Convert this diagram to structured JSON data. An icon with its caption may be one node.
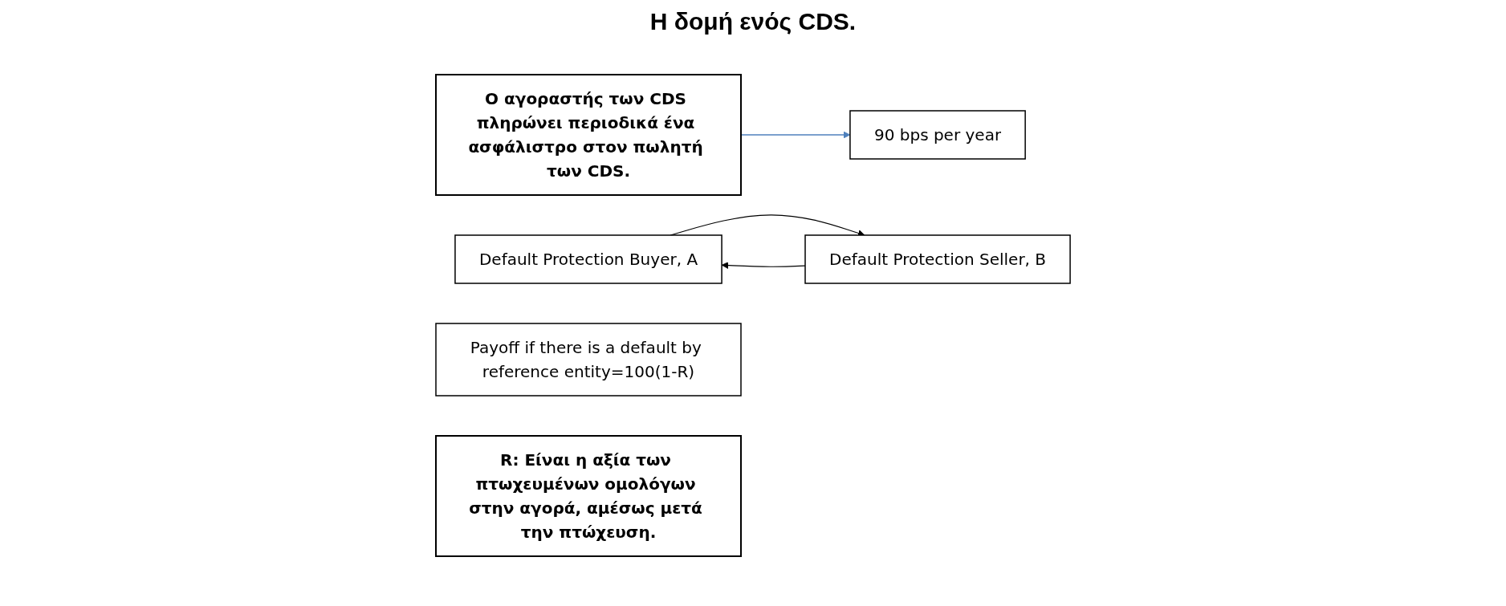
{
  "diagram": {
    "title": "Η δομή ενός CDS.",
    "nodes": [
      {
        "text": [
          "Ο αγοραστής των CDS πληρώνει περιοδικά ένα ασφάλιστρο στον πωλητή των CDS."
        ]
      },
      {
        "text": [
          "90 bps per year"
        ]
      },
      {
        "text": [
          "Default Protection Buyer, A"
        ]
      },
      {
        "text": [
          "Default Protection Seller, B"
        ]
      },
      {
        "text": [
          "Payoff if there is a default by reference entity=100(1-R)"
        ]
      },
      {
        "text": [
          "R: Είναι η αξία των πτωχευμένων ομολόγων στην αγορά, αμέσως μετά την πτώχευση."
        ]
      }
    ],
    "edges": [
      {
        "from": 0,
        "to": 1,
        "arrow": "to",
        "color": "#4f81bd"
      },
      {
        "from": 2,
        "to": 3,
        "arrow": "to"
      },
      {
        "from": 3,
        "to": 2,
        "arrow": "to"
      }
    ]
  }
}
